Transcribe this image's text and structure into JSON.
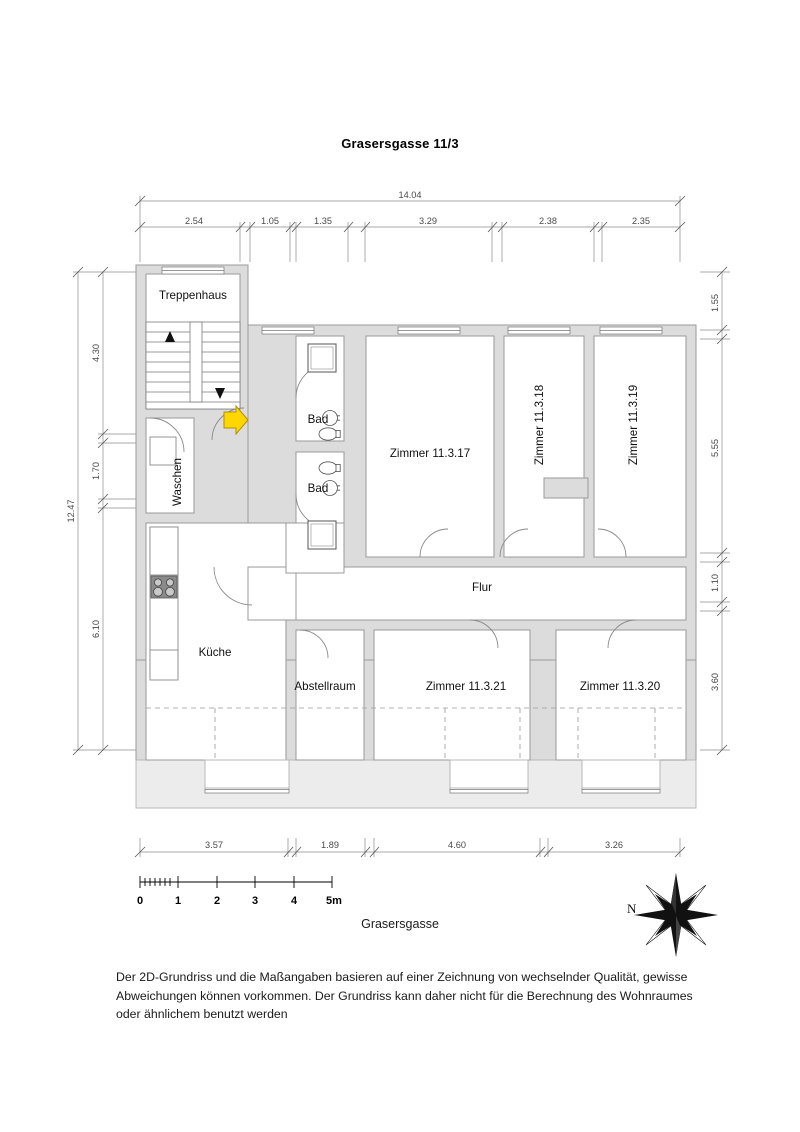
{
  "title": "Grasersgasse 11/3",
  "street_label": "Grasersgasse",
  "compass": {
    "north_label": "N",
    "icon": "compass-rose-icon"
  },
  "entry_arrow": {
    "icon": "entrance-arrow-icon",
    "color": "#ffd700"
  },
  "disclaimer": "Der 2D-Grundriss und die Maßangaben basieren auf einer Zeichnung von wechselnder Qualität, gewisse Abweichungen können vorkommen. Der Grundriss kann daher nicht für die Berechnung des Wohnraumes oder ähnlichem benutzt werden",
  "scalebar": {
    "unit_suffix": "m",
    "ticks": [
      "0",
      "1",
      "2",
      "3",
      "4",
      "5m"
    ]
  },
  "dimensions": {
    "top_total": "14.04",
    "top_chain": [
      "2.54",
      "1.05",
      "1.35",
      "3.29",
      "2.38",
      "2.35"
    ],
    "left_total": "12.47",
    "left_chain": [
      "4.30",
      "1.70",
      "6.10"
    ],
    "right_chain": [
      "1.55",
      "5.55",
      "1.10",
      "3.60"
    ],
    "bottom_chain": [
      "3.57",
      "1.89",
      "4.60",
      "3.26"
    ]
  },
  "rooms": [
    {
      "id": "treppenhaus",
      "label": "Treppenhaus",
      "orient": "h"
    },
    {
      "id": "waschen",
      "label": "Waschen",
      "orient": "v"
    },
    {
      "id": "bad-oben",
      "label": "Bad",
      "orient": "h"
    },
    {
      "id": "bad-unten",
      "label": "Bad",
      "orient": "h"
    },
    {
      "id": "zimmer-11317",
      "label": "Zimmer 11.3.17",
      "orient": "h"
    },
    {
      "id": "zimmer-11318",
      "label": "Zimmer 11.3.18",
      "orient": "v"
    },
    {
      "id": "zimmer-11319",
      "label": "Zimmer 11.3.19",
      "orient": "v"
    },
    {
      "id": "flur",
      "label": "Flur",
      "orient": "h"
    },
    {
      "id": "kueche",
      "label": "Küche",
      "orient": "h"
    },
    {
      "id": "abstellraum",
      "label": "Abstellraum",
      "orient": "h"
    },
    {
      "id": "zimmer-11321",
      "label": "Zimmer 11.3.21",
      "orient": "h"
    },
    {
      "id": "zimmer-11320",
      "label": "Zimmer 11.3.20",
      "orient": "h"
    }
  ],
  "fixtures": {
    "stove": "stove-icon",
    "shower": "shower-icon",
    "sink": "sink-icon",
    "toilet": "toilet-icon",
    "stairs_up": "stairs-up-arrow-icon",
    "stairs_down": "stairs-down-arrow-icon"
  },
  "colors": {
    "wall_fill": "#dcdcdc",
    "wall_stroke": "#9a9a9a",
    "room_fill": "#ffffff",
    "terrace_fill": "#ececec",
    "dim_line": "#8c8c8c",
    "accent": "#ffd700",
    "text": "#111111"
  }
}
